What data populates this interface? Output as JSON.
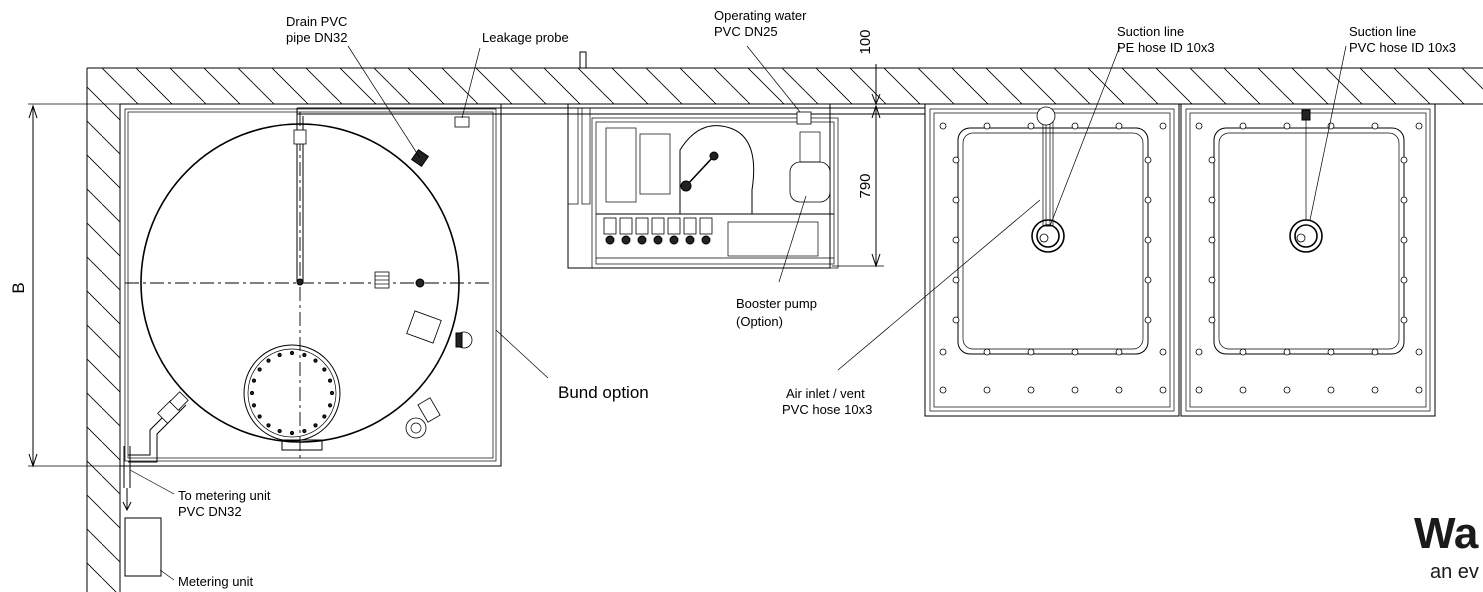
{
  "labels": {
    "drain_pipe": [
      "Drain PVC",
      "pipe DN32"
    ],
    "leakage_probe": "Leakage probe",
    "operating_water": [
      "Operating water",
      "PVC DN25"
    ],
    "suction_line_pe": [
      "Suction line",
      "PE hose ID 10x3"
    ],
    "suction_line_pvc": [
      "Suction line",
      "PVC hose ID 10x3"
    ],
    "booster_pump": [
      "Booster pump",
      "(Option)"
    ],
    "air_inlet": [
      "Air inlet / vent",
      "PVC hose 10x3"
    ],
    "bund_option": "Bund option",
    "to_metering_unit": [
      "To metering unit",
      "PVC DN32"
    ],
    "metering_unit": "Metering unit"
  },
  "dimensions": {
    "d100": "100",
    "d790": "790",
    "b": "B"
  },
  "logo": {
    "line1": "Wa",
    "line2": "an ev"
  }
}
